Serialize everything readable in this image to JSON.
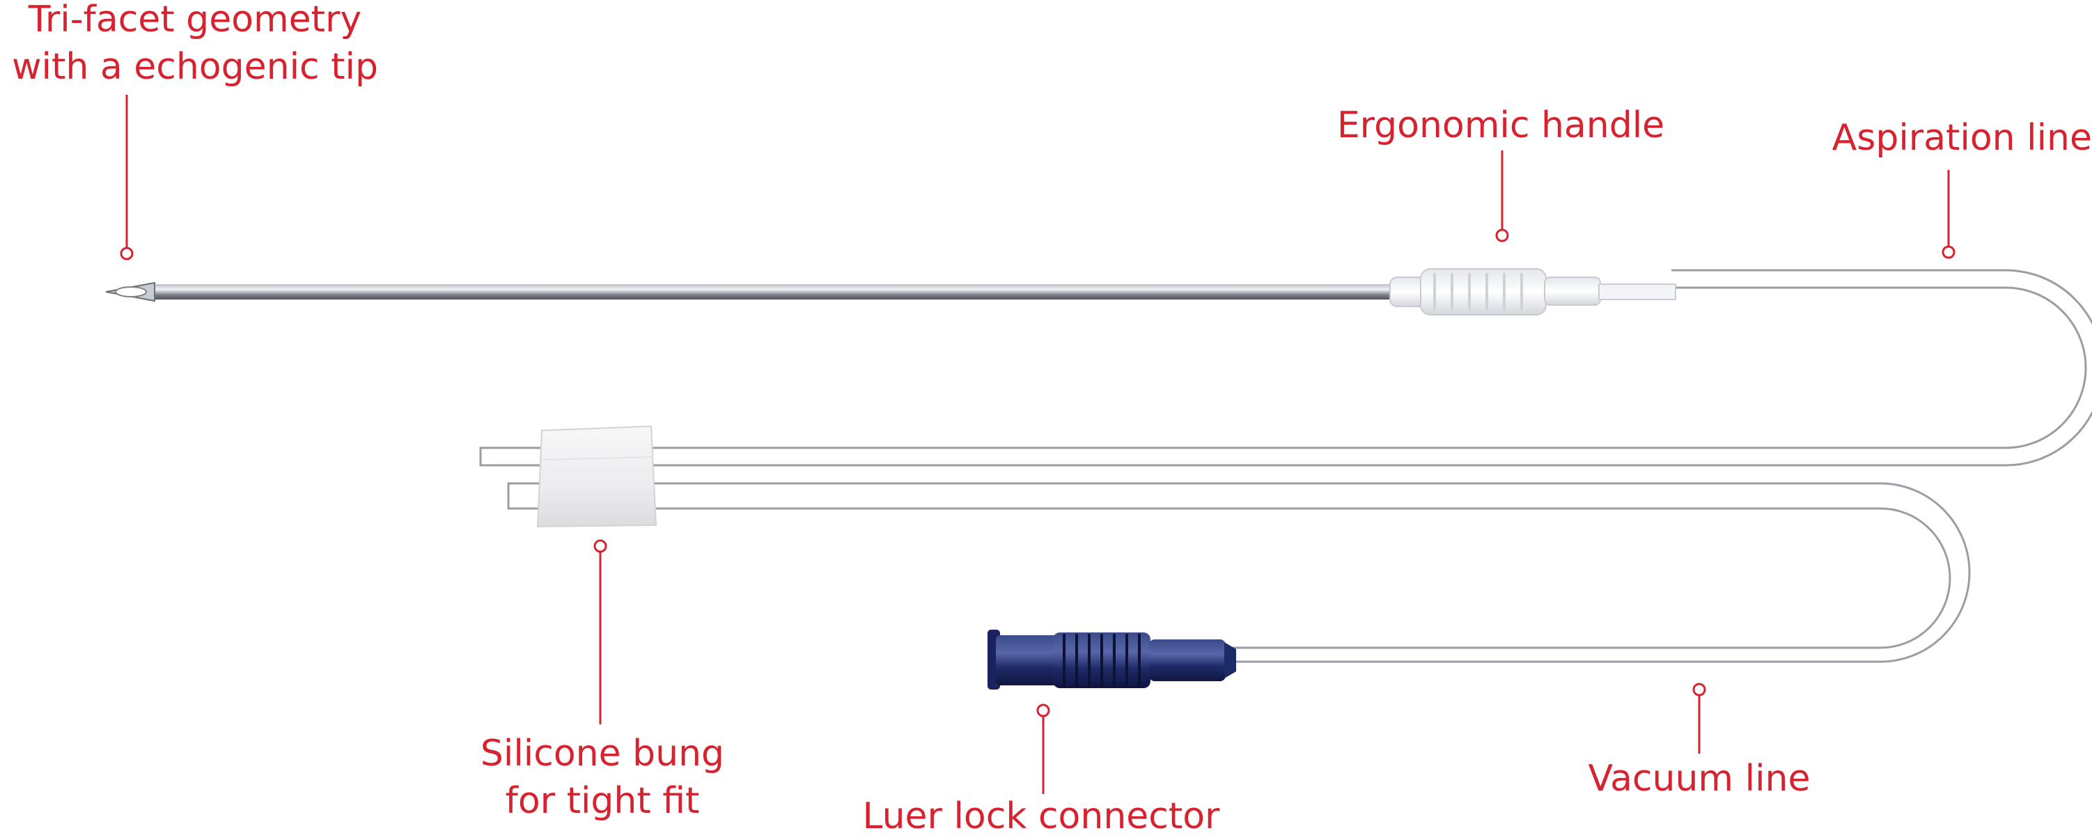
{
  "accent_color": "#d7232f",
  "labels": {
    "tip": {
      "line1": "Tri-facet geometry",
      "line2": "with a echogenic tip"
    },
    "handle": "Ergonomic handle",
    "aspiration": "Aspiration line",
    "bung": {
      "line1": "Silicone bung",
      "line2": "for tight fit"
    },
    "luer": "Luer lock connector",
    "vacuum": "Vacuum line"
  }
}
